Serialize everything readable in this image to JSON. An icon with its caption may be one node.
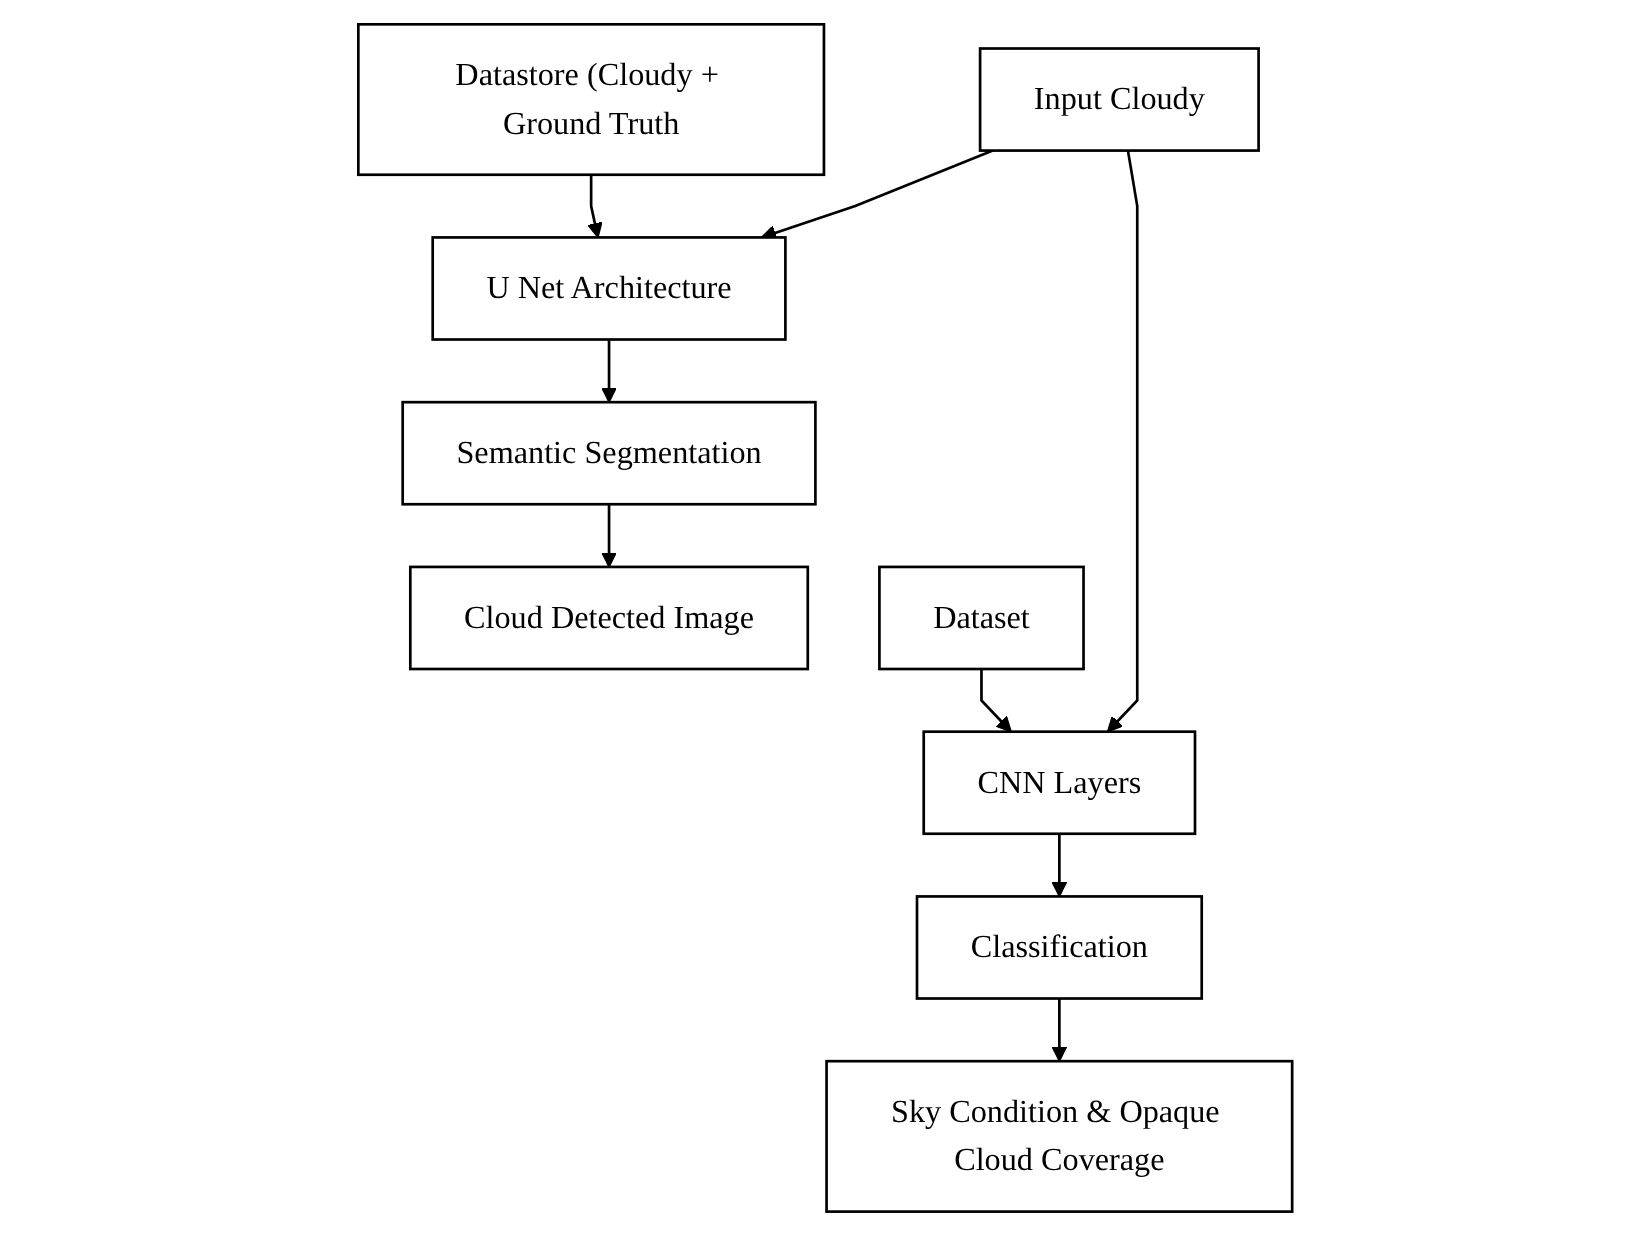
{
  "diagram": {
    "nodes": [
      {
        "text": [
          "Input Cloudy"
        ]
      },
      {
        "text": [
          "U Net Architecture"
        ]
      },
      {
        "text": [
          "Datastore (Cloudy + Ground Truth"
        ]
      },
      {
        "text": [
          "Semantic Segmentation"
        ]
      },
      {
        "text": [
          "Cloud Detected Image"
        ]
      },
      {
        "text": [
          "CNN Layers"
        ]
      },
      {
        "text": [
          "Dataset"
        ]
      },
      {
        "text": [
          "Classification"
        ]
      },
      {
        "text": [
          "Sky Condition & Opaque Cloud Coverage"
        ]
      }
    ],
    "edges": [
      {
        "from": 0,
        "to": 1,
        "arrow": "to"
      },
      {
        "from": 2,
        "to": 1,
        "arrow": "to"
      },
      {
        "from": 1,
        "to": 3,
        "arrow": "to"
      },
      {
        "from": 3,
        "to": 4,
        "arrow": "to"
      },
      {
        "from": 0,
        "to": 5,
        "arrow": "to"
      },
      {
        "from": 6,
        "to": 5,
        "arrow": "to"
      },
      {
        "from": 5,
        "to": 7,
        "arrow": "to"
      },
      {
        "from": 7,
        "to": 8,
        "arrow": "to"
      }
    ]
  }
}
